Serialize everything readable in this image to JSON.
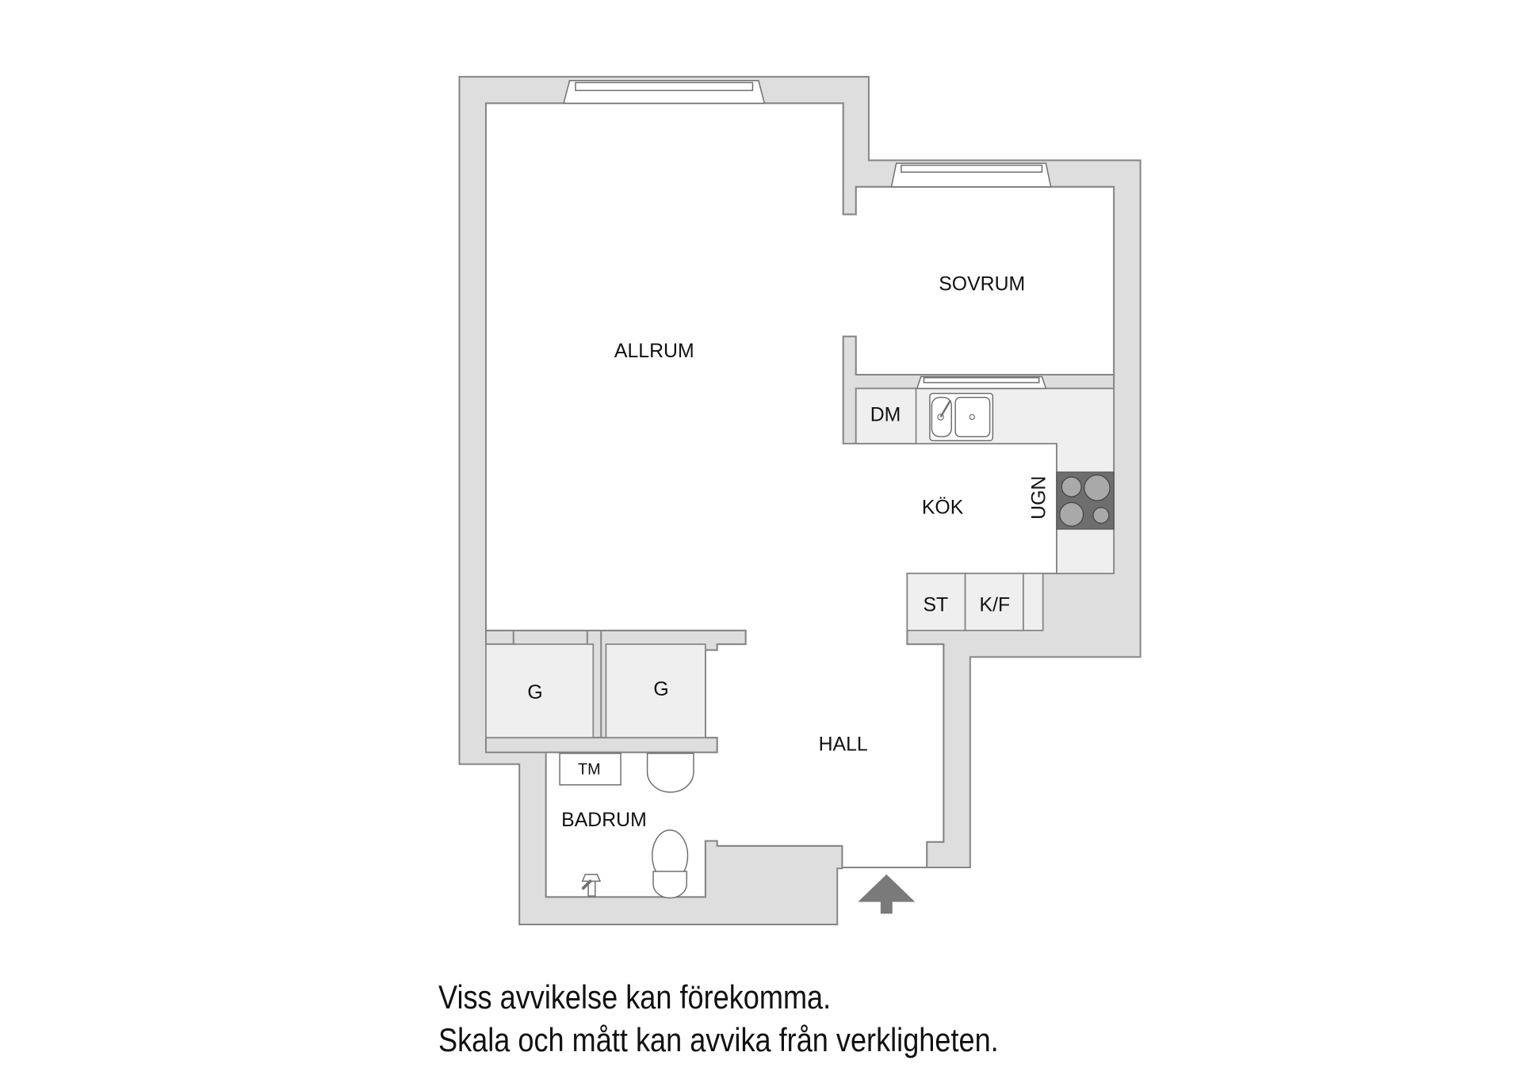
{
  "floorplan": {
    "rooms": {
      "allrum": "ALLRUM",
      "sovrum": "SOVRUM",
      "kok": "KÖK",
      "hall": "HALL",
      "badrum": "BADRUM",
      "garderob_1": "G",
      "garderob_2": "G"
    },
    "appliances": {
      "diskmaskin": "DM",
      "ugn": "UGN",
      "stadskap": "ST",
      "kyl_frys": "K/F",
      "tvattmaskin": "TM"
    },
    "icons": [
      "window-icon",
      "sink-icon",
      "stove-icon",
      "washbasin-icon",
      "toilet-icon",
      "shower-icon",
      "entrance-arrow-icon"
    ],
    "colors": {
      "wall_fill": "#dedede",
      "wall_stroke": "#858585",
      "cabinet_fill": "#efefef",
      "stove_fill": "#6e6e6e",
      "entrance_arrow": "#7a7a7a"
    }
  },
  "disclaimer": {
    "line1": "Viss avvikelse kan förekomma.",
    "line2": "Skala och mått kan avvika från verkligheten."
  }
}
